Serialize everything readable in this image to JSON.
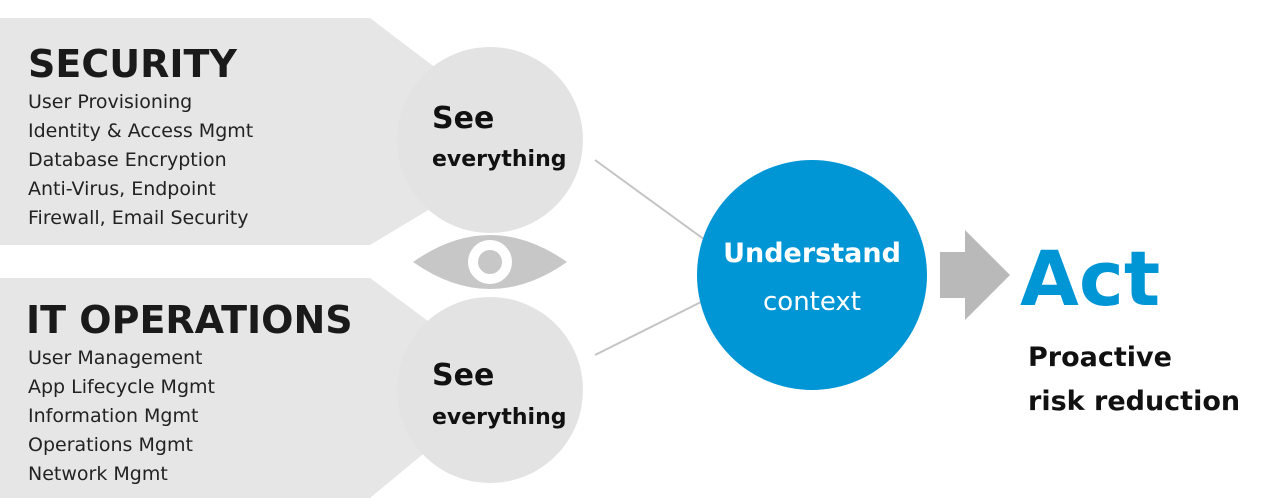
{
  "colors": {
    "panel": "#e6e6e6",
    "circle": "#e3e3e3",
    "eye": "#c7c7c7",
    "accent": "#0096d6",
    "arrow": "#b9b9b9",
    "connector": "#c4c4c4",
    "text": "#1a1a1a"
  },
  "security": {
    "title": "SECURITY",
    "items": [
      "User Provisioning",
      "Identity & Access Mgmt",
      "Database Encryption",
      "Anti-Virus, Endpoint",
      "Firewall,  Email Security"
    ]
  },
  "it_operations": {
    "title": "IT OPERATIONS",
    "items": [
      "User Management",
      "App Lifecycle Mgmt",
      "Information Mgmt",
      "Operations Mgmt",
      "Network Mgmt"
    ]
  },
  "see_top": {
    "line1": "See",
    "line2": "everything"
  },
  "see_bottom": {
    "line1": "See",
    "line2": "everything"
  },
  "eye_icon": "eye-icon",
  "understand": {
    "line1": "Understand",
    "line2": "context"
  },
  "arrow_icon": "arrow-right-icon",
  "act": {
    "title": "Act",
    "line1": "Proactive",
    "line2": "risk reduction"
  }
}
